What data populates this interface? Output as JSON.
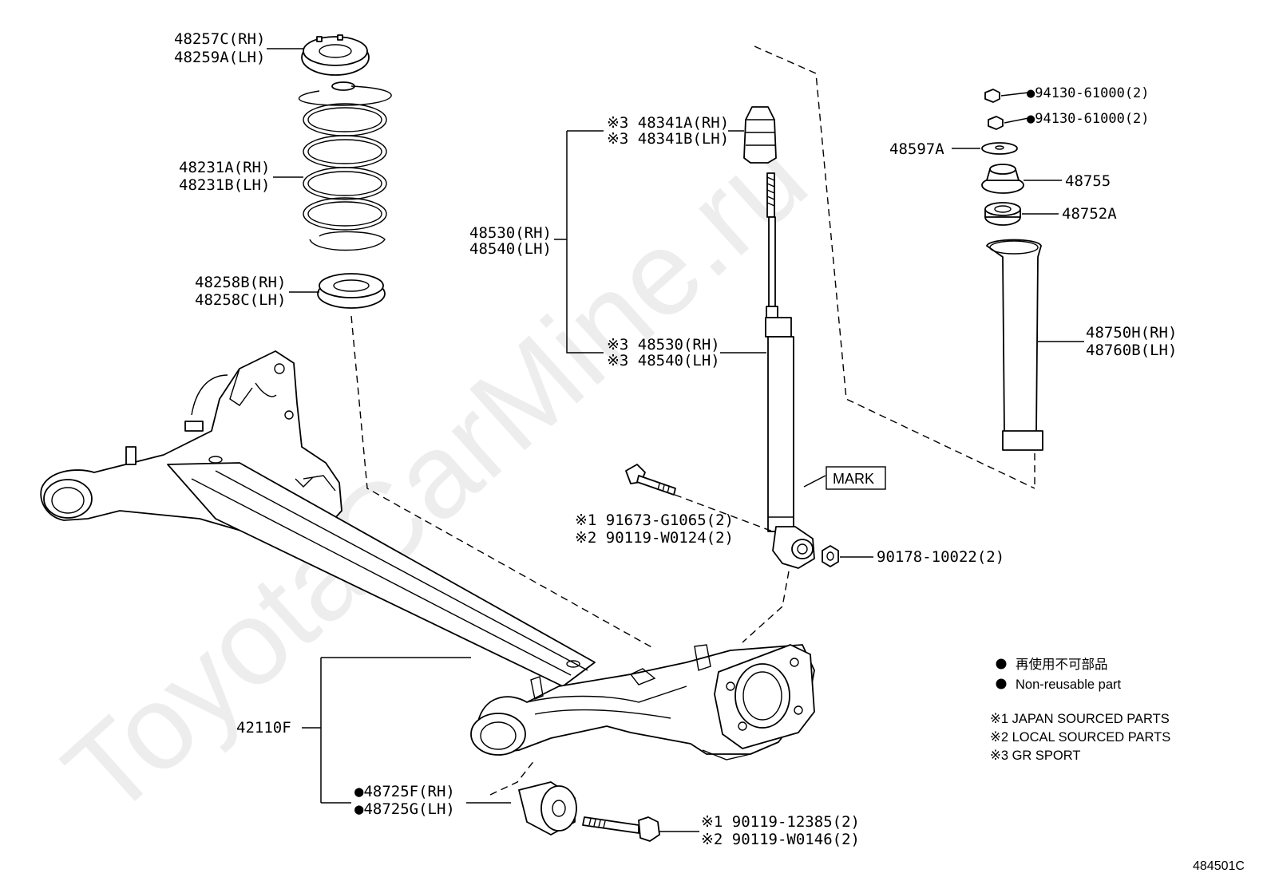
{
  "watermark": "ToyotaCarMine.ru",
  "diagram_id": "484501C",
  "mark_label": "MARK",
  "callouts": {
    "upper_seat": [
      "48257C(RH)",
      "48259A(LH)"
    ],
    "coil_spring": [
      "48231A(RH)",
      "48231B(LH)"
    ],
    "lower_seat": [
      "48258B(RH)",
      "48258C(LH)"
    ],
    "bump_stopper": [
      "※3 48341A(RH)",
      "※3 48341B(LH)"
    ],
    "shock_assy": [
      "48530(RH)",
      "48540(LH)"
    ],
    "shock_gr": [
      "※3 48530(RH)",
      "※3 48540(LH)"
    ],
    "bolt_shock": [
      "※1 91673-G1065(2)",
      "※2 90119-W0124(2)"
    ],
    "nut_shock": "90178-10022(2)",
    "nut_top_1": "●94130-61000(2)",
    "nut_top_2": "●94130-61000(2)",
    "washer": "48597A",
    "support": "48755",
    "cushion": "48752A",
    "boot": [
      "48750H(RH)",
      "48760B(LH)"
    ],
    "axle_beam": "42110F",
    "bushing": [
      "●48725F(RH)",
      "●48725G(LH)"
    ],
    "bolt_bushing": [
      "※1  90119-12385(2)",
      "※2  90119-W0146(2)"
    ]
  },
  "legend": {
    "dot_items": [
      "再使用不可部品",
      "Non-reusable part"
    ],
    "notes": [
      "※1 JAPAN SOURCED PARTS",
      "※2 LOCAL SOURCED PARTS",
      "※3 GR SPORT"
    ]
  }
}
